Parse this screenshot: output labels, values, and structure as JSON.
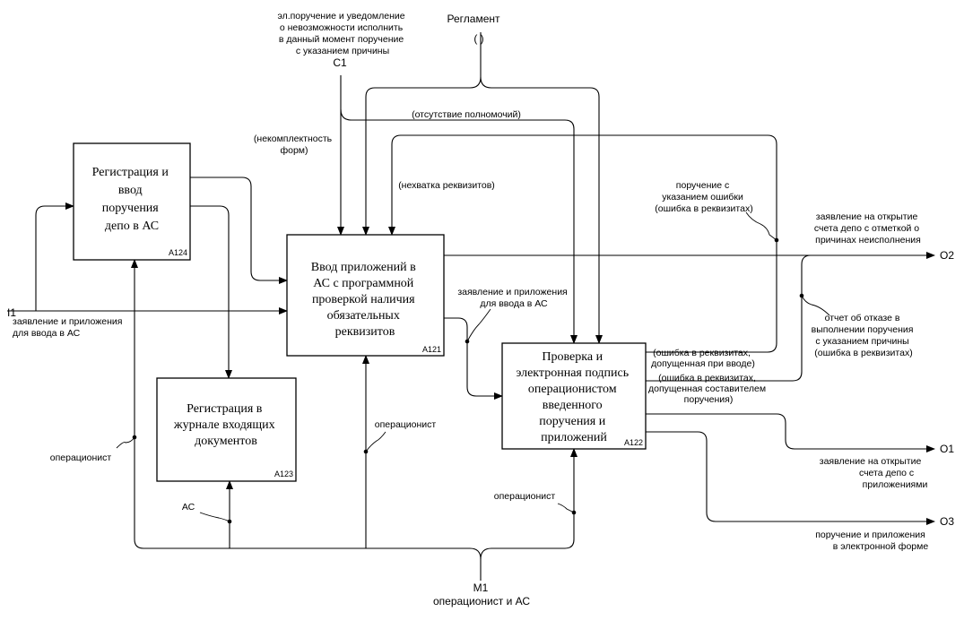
{
  "boxes": {
    "a124": {
      "title": [
        "Регистрация и",
        "ввод",
        "поручения",
        "депо в АС"
      ],
      "number": "A124"
    },
    "a121": {
      "title": [
        "Ввод  приложений в",
        "АС с программной",
        "проверкой наличия",
        "обязательных",
        "реквизитов"
      ],
      "number": "A121"
    },
    "a123": {
      "title": [
        "Регистрация в",
        "журнале входящих",
        "документов"
      ],
      "number": "A123"
    },
    "a122": {
      "title": [
        "Проверка и",
        "электронная подпись",
        "операционистом",
        "введенного",
        "поручения и",
        "приложений"
      ],
      "number": "A122"
    }
  },
  "codes": {
    "c1": "C1",
    "i1": "I1",
    "m1": "M1",
    "o1": "O1",
    "o2": "O2",
    "o3": "O3"
  },
  "labels": {
    "c1_text": [
      "эл.поручение и уведомление",
      "о невозможности исполнить",
      "в данный момент поручение",
      "с указанием причины"
    ],
    "reglament": "Регламент",
    "reglament_parens": "( )",
    "i1_text": [
      "заявление и приложения",
      "для ввода в АС"
    ],
    "m1_text": "операционист и АС",
    "nekompl": [
      "(некомплектность",
      "форм)"
    ],
    "otsutstvie": "(отсутствие полномочий)",
    "nehvatka": "(нехватка реквизитов)",
    "poruchenie_oshibka": [
      "поручение с",
      "указанием ошибки",
      "(ошибка в реквизитах)"
    ],
    "o2_text": [
      "заявление на открытие",
      "счета депо с отметкой о",
      "причинах неисполнения"
    ],
    "app_for_input": [
      "заявление и приложения",
      "для ввода в АС"
    ],
    "otchet": [
      "отчет об отказе в",
      "выполнении поручения",
      "с указанием причины",
      "(ошибка в реквизитах)"
    ],
    "err_input": [
      "(ошибка в реквизитах,",
      "допущенная при вводе)"
    ],
    "err_author": [
      "(ошибка в реквизитах,",
      "допущенная составителем",
      "поручения)"
    ],
    "o1_text": [
      "заявление на открытие",
      "счета депо с",
      "приложениями"
    ],
    "o3_text": [
      "поручение и приложения",
      "в электронной форме"
    ],
    "operator_left": "операционист",
    "operator_a121": "операционист",
    "operator_a122": "операционист",
    "as_label": "АС"
  }
}
